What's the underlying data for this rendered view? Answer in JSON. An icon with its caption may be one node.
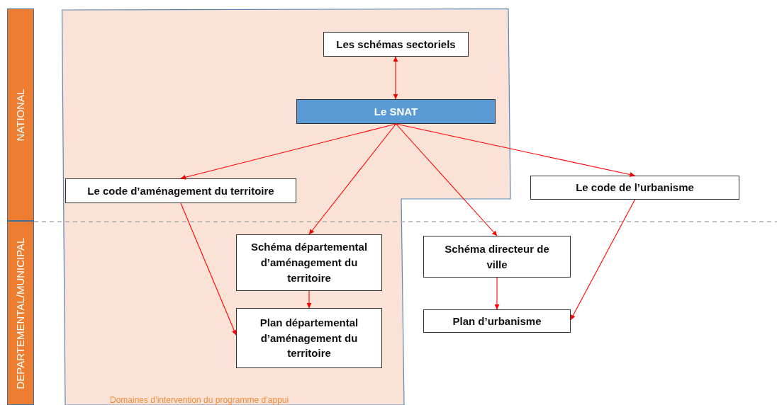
{
  "diagram": {
    "nodes": [
      {
        "text": [
          "NATIONAL"
        ]
      },
      {
        "text": [
          "DEPARTEMENTAL/MUNICIPAL"
        ]
      },
      {
        "text": [
          "Domaines d’intervention du programme d’appui"
        ]
      },
      {
        "text": [
          "Les schémas sectoriels"
        ],
        "in": 2
      },
      {
        "text": [
          "Le SNAT"
        ],
        "in": 2
      },
      {
        "text": [
          "Le code d’aménagement du territoire"
        ],
        "in": 2
      },
      {
        "text": [
          "Le code de l’urbanisme"
        ]
      },
      {
        "text": [
          "Schéma départemental d’aménagement du territoire"
        ],
        "in": 2
      },
      {
        "text": [
          "Schéma directeur de ville"
        ]
      },
      {
        "text": [
          "Plan départemental d’aménagement du territoire"
        ],
        "in": 2
      },
      {
        "text": [
          "Plan d’urbanisme"
        ]
      }
    ],
    "edges": [
      {
        "from": 3,
        "to": 4,
        "arrow": "both"
      },
      {
        "from": 4,
        "to": 5,
        "arrow": "to"
      },
      {
        "from": 4,
        "to": 7,
        "arrow": "to"
      },
      {
        "from": 4,
        "to": 8,
        "arrow": "to"
      },
      {
        "from": 4,
        "to": 6,
        "arrow": "to"
      },
      {
        "from": 5,
        "to": 9,
        "arrow": "to"
      },
      {
        "from": 7,
        "to": 9,
        "arrow": "to"
      },
      {
        "from": 8,
        "to": 10,
        "arrow": "to"
      },
      {
        "from": 6,
        "to": 10,
        "arrow": "to"
      }
    ]
  }
}
